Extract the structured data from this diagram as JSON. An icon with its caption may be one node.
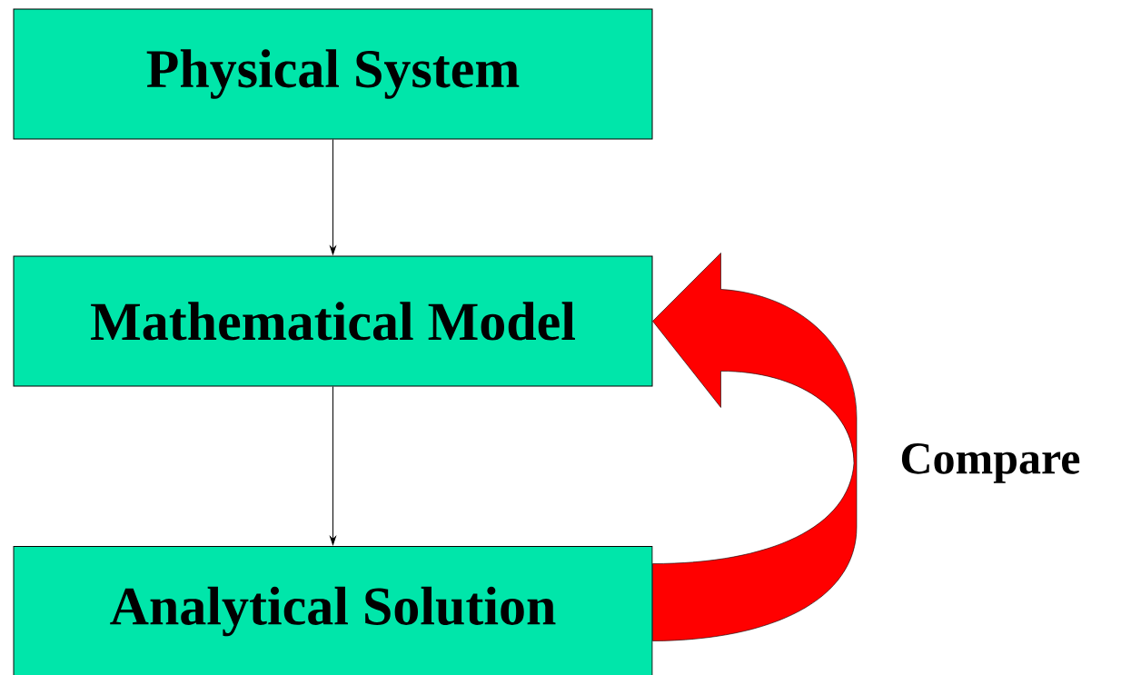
{
  "diagram": {
    "nodes": [
      {
        "text": [
          "Physical System"
        ]
      },
      {
        "text": [
          "Mathematical Model"
        ]
      },
      {
        "text": [
          "Analytical Solution"
        ]
      }
    ],
    "edges": [
      {
        "from": 0,
        "to": 1,
        "arrow": "to"
      },
      {
        "from": 1,
        "to": 2,
        "arrow": "to"
      },
      {
        "from": 2,
        "to": 1,
        "arrow": "to",
        "label": "Compare",
        "style": "thick",
        "color": "#ff0000"
      }
    ]
  }
}
